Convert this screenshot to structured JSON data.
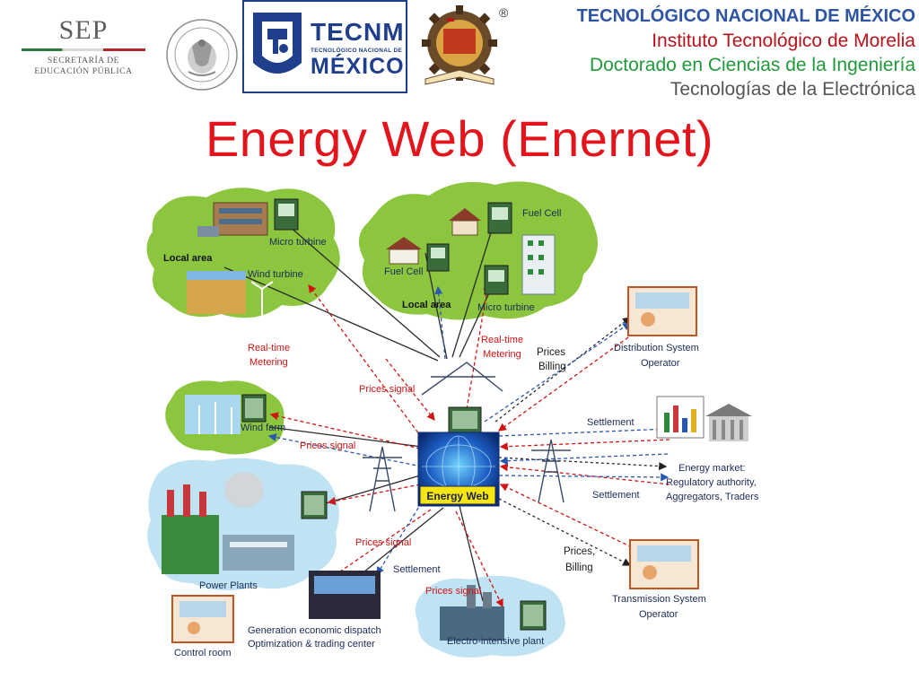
{
  "header": {
    "sep": {
      "title": "SEP",
      "subtitle_line1": "SECRETARÍA DE",
      "subtitle_line2": "EDUCACIÓN PÚBLICA"
    },
    "tecnm": {
      "line1": "TECNM",
      "line2": "TECNOLÓGICO NACIONAL DE",
      "line3": "MÉXICO"
    },
    "itm_registered": "®",
    "institution_lines": [
      "TECNOLÓGICO NACIONAL DE MÉXICO",
      "Instituto Tecnológico de Morelia",
      "Doctorado en Ciencias de la Ingeniería",
      "Tecnologías de la Electrónica"
    ]
  },
  "title": "Energy Web (Enernet)",
  "diagram": {
    "hub_label": "Energy Web",
    "nodes": {
      "local_area_left": "Local area",
      "micro_turbine_left": "Micro turbine",
      "wind_turbine": "Wind turbine",
      "fuel_cell_top": "Fuel Cell",
      "fuel_cell_left": "Fuel Cell",
      "local_area_right": "Local area",
      "micro_turbine_right": "Micro turbine",
      "wind_farm": "Wind farm",
      "power_plants": "Power Plants",
      "generation_line1": "Generation economic dispatch",
      "generation_line2": "Optimization & trading center",
      "control_room": "Control room",
      "electro_plant": "Electro-intensive plant",
      "distribution_line1": "Distribution System",
      "distribution_line2": "Operator",
      "energy_market_line1": "Energy market:",
      "energy_market_line2": "Regulatory authority,",
      "energy_market_line3": "Aggregators, Traders",
      "transmission_line1": "Transmission System",
      "transmission_line2": "Operator"
    },
    "flows": {
      "realtime_left_1": "Real-time",
      "realtime_left_2": "Metering",
      "realtime_right_1": "Real-time",
      "realtime_right_2": "Metering",
      "prices_signal_top": "Prices signal",
      "prices_signal_mid": "Prices signal",
      "prices_signal_low": "Prices signal",
      "prices_signal_bottom": "Prices signal",
      "prices_billing_top_1": "Prices",
      "prices_billing_top_2": "Billing",
      "settlement_top": "Settlement",
      "settlement_mid": "Settlement",
      "settlement_bottom": "Settlement",
      "prices_billing_bottom_1": "Prices,",
      "prices_billing_bottom_2": "Billing"
    }
  },
  "colors": {
    "title_red": "#e3141b",
    "cloud_green": "#8cc63f",
    "cloud_blue": "#bfe3f2",
    "flow_red": "#d01515",
    "flow_blue": "#2a58b0",
    "hub_yellow": "#f6e610"
  },
  "icons": [
    "sep-logo",
    "mexico-seal-icon",
    "tecnm-logo",
    "itm-logo"
  ]
}
